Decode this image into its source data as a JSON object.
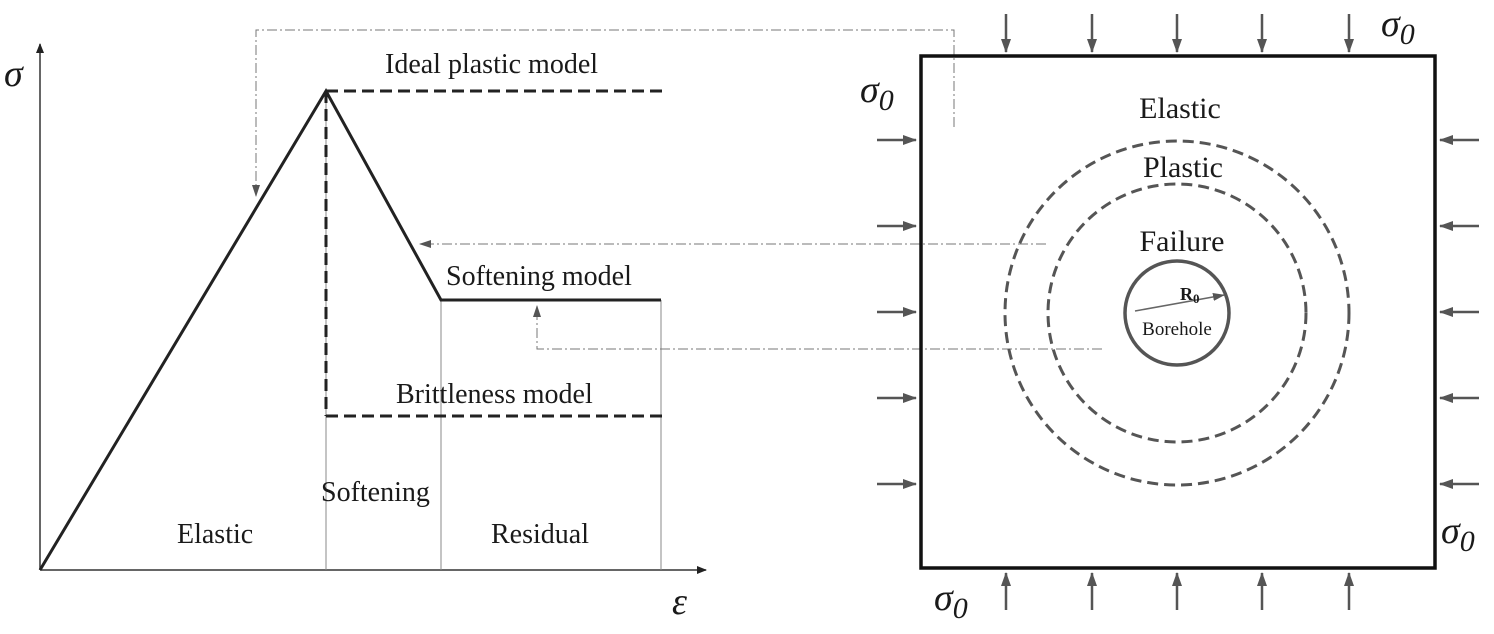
{
  "stress_strain": {
    "y_axis_symbol": "σ",
    "x_axis_symbol": "ε",
    "curve_labels": {
      "ideal_plastic": "Ideal plastic model",
      "softening": "Softening model",
      "brittleness": "Brittleness model"
    },
    "stage_labels": {
      "elastic": "Elastic",
      "softening": "Softening",
      "residual": "Residual"
    }
  },
  "borehole": {
    "stress_symbol": "σ",
    "stress_subscript": "0",
    "zone_labels": {
      "elastic": "Elastic",
      "plastic": "Plastic",
      "failure": "Failure",
      "borehole": "Borehole"
    },
    "radius_symbol": "R",
    "radius_subscript": "0"
  }
}
